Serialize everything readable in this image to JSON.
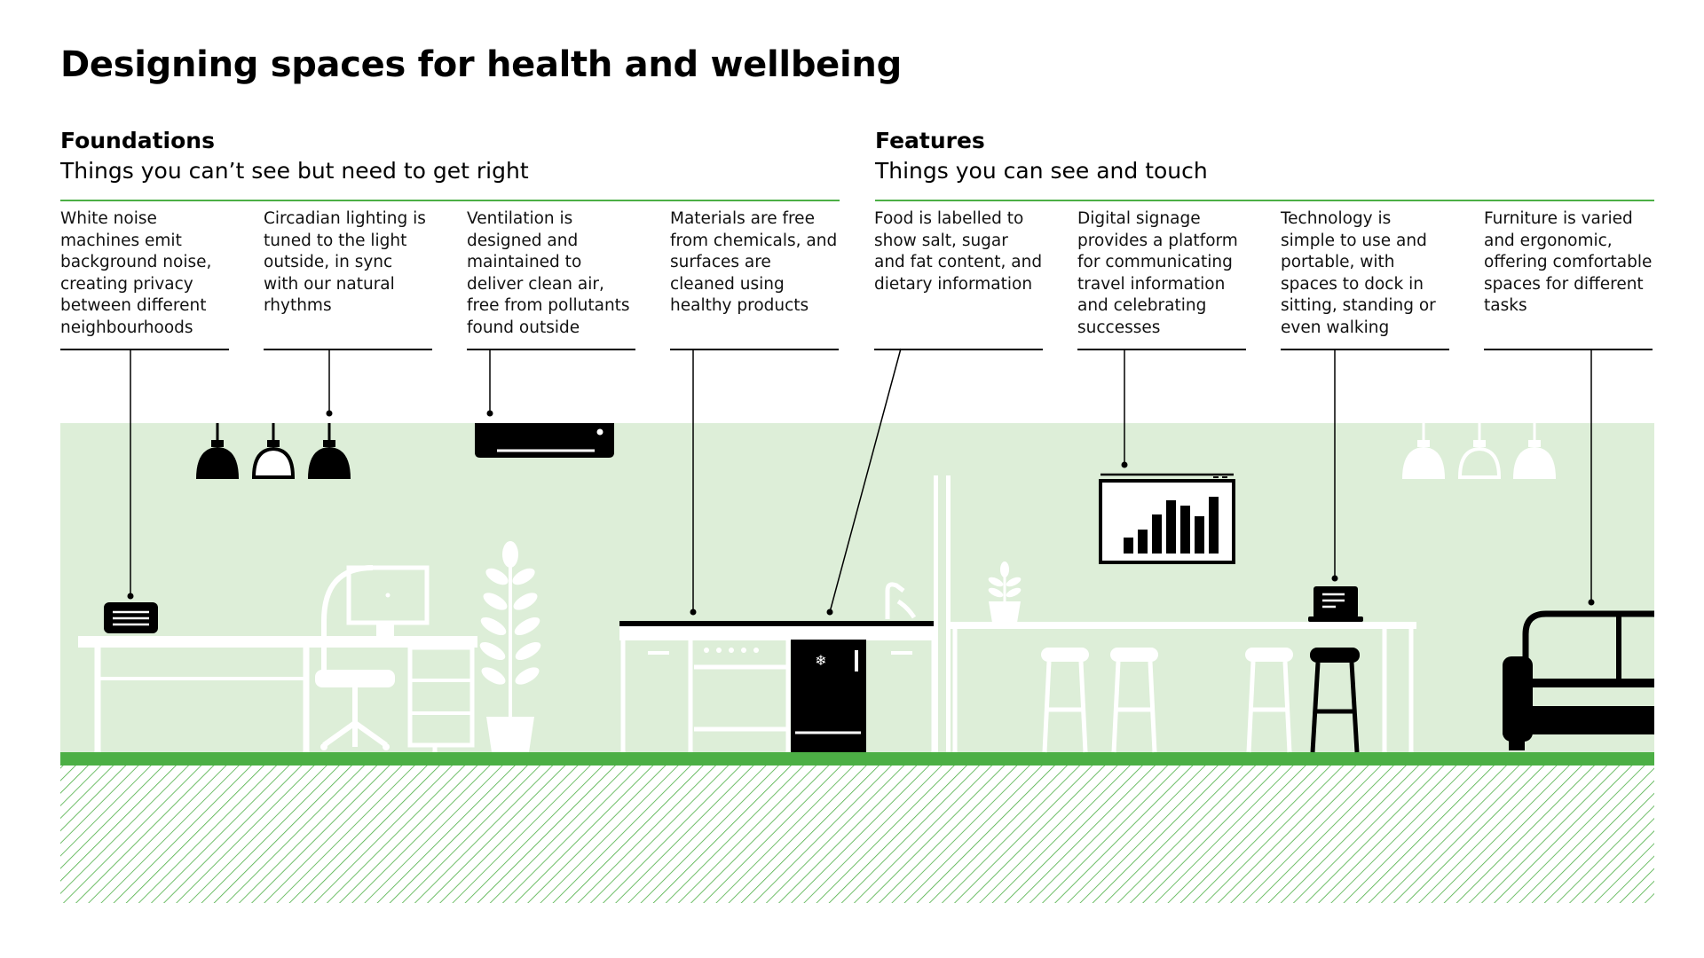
{
  "title": "Designing spaces for health and wellbeing",
  "colors": {
    "accent": "#4caf45",
    "room": "#ddeed8",
    "hatch": "#4caf45",
    "ink": "#000000"
  },
  "sections": [
    {
      "heading": "Foundations",
      "subheading": "Things you can’t see but need to get right"
    },
    {
      "heading": "Features",
      "subheading": "Things you can see and touch"
    }
  ],
  "items": [
    {
      "text": "White noise machines emit background noise, creating privacy between different neighbourhoods",
      "icon": "white-noise-machine-icon"
    },
    {
      "text": "Circadian lighting is tuned to the light outside, in sync with our natural rhythms",
      "icon": "pendant-lamp-icon"
    },
    {
      "text": "Ventilation is designed and maintained to deliver clean air, free from pollutants found outside",
      "icon": "air-conditioner-icon"
    },
    {
      "text": "Materials are free from chemicals, and surfaces are cleaned using healthy products",
      "icon": "kitchen-counter-icon"
    },
    {
      "text": "Food is labelled to show salt, sugar and fat content, and dietary information",
      "icon": "fridge-icon"
    },
    {
      "text": "Digital signage provides a platform for communicating travel information and celebrating successes",
      "icon": "digital-screen-icon"
    },
    {
      "text": "Technology is simple to use and portable, with spaces to dock in sitting, standing or even walking",
      "icon": "laptop-icon"
    },
    {
      "text": "Furniture is varied and ergonomic, offering comfortable spaces for different tasks",
      "icon": "sofa-icon"
    }
  ]
}
